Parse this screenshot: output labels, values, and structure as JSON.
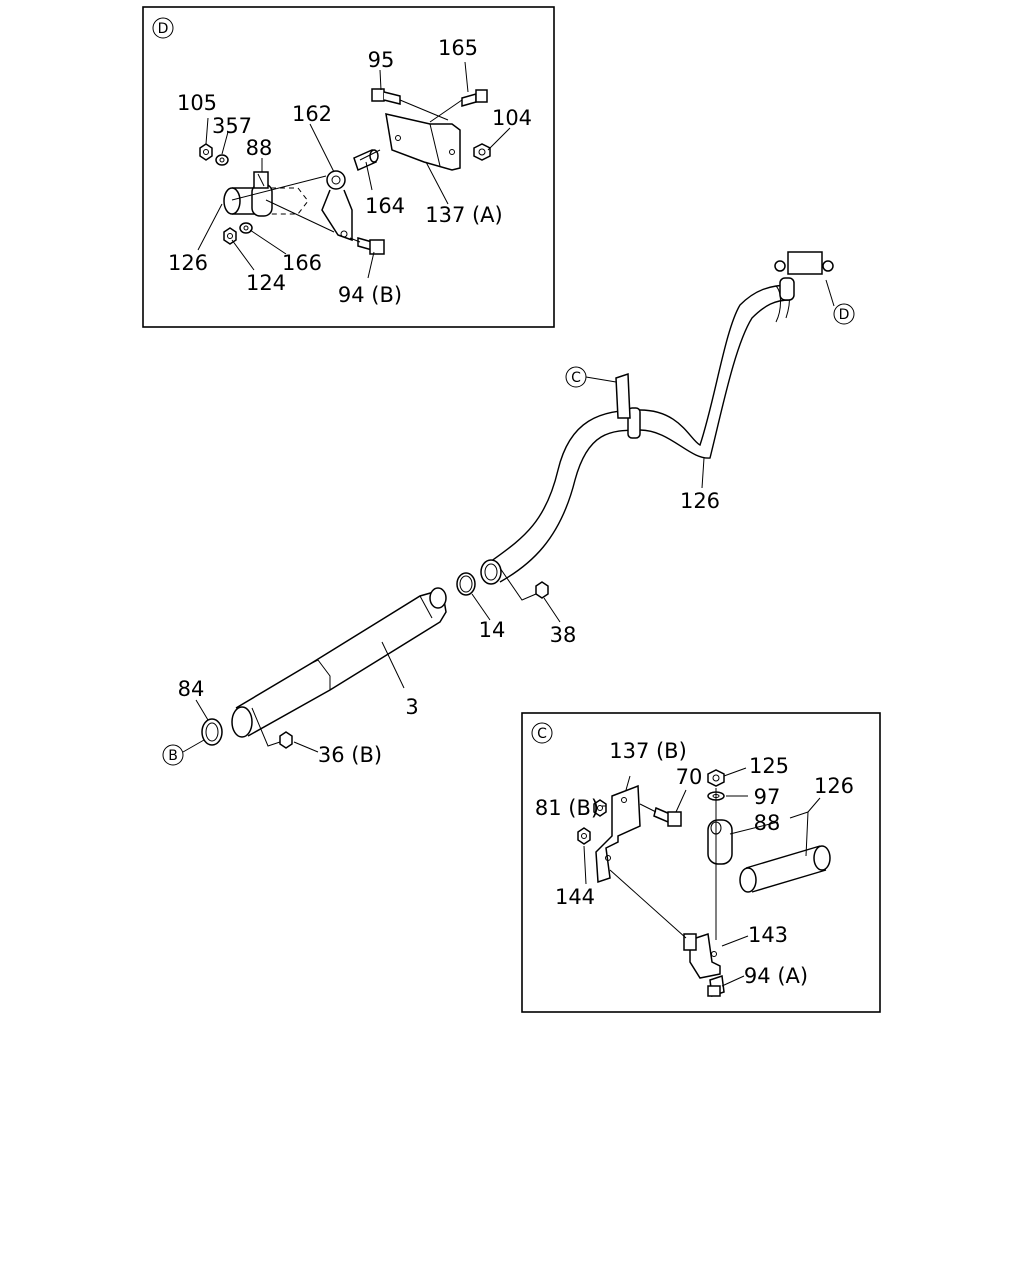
{
  "detail_d": {
    "marker": "D",
    "labels": {
      "p95": "95",
      "p165": "165",
      "p105": "105",
      "p357": "357",
      "p162": "162",
      "p104": "104",
      "p88": "88",
      "p164": "164",
      "p137a": "137 (A)",
      "p126": "126",
      "p166": "166",
      "p124": "124",
      "p94b": "94 (B)"
    }
  },
  "main": {
    "labels": {
      "p126": "126",
      "p14": "14",
      "p38": "38",
      "p84": "84",
      "p3": "3",
      "p36b": "36 (B)"
    },
    "markers": {
      "c": "C",
      "d": "D",
      "b": "B"
    }
  },
  "detail_c": {
    "marker": "C",
    "labels": {
      "p137b": "137 (B)",
      "p125": "125",
      "p70": "70",
      "p126": "126",
      "p97": "97",
      "p81b": "81 (B)",
      "p88": "88",
      "p144": "144",
      "p143": "143",
      "p94a": "94 (A)"
    }
  }
}
